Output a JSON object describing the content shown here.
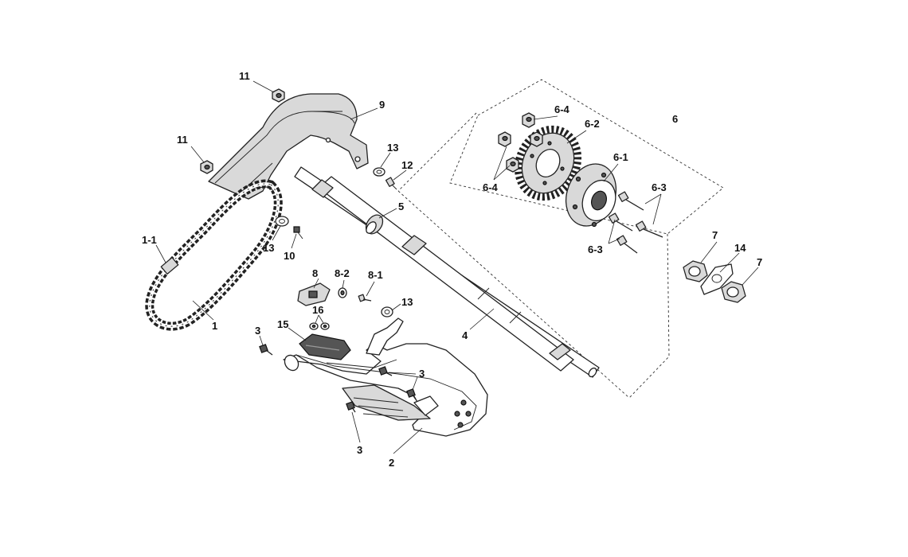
{
  "diagram": {
    "labels": {
      "l1": "1",
      "l1_1": "1-1",
      "l2": "2",
      "l3a": "3",
      "l3b": "3",
      "l3c": "3",
      "l4": "4",
      "l5": "5",
      "l6": "6",
      "l6_1": "6-1",
      "l6_2": "6-2",
      "l6_3a": "6-3",
      "l6_3b": "6-3",
      "l6_4a": "6-4",
      "l6_4b": "6-4",
      "l7a": "7",
      "l7b": "7",
      "l8": "8",
      "l8_1": "8-1",
      "l8_2": "8-2",
      "l9": "9",
      "l10": "10",
      "l11a": "11",
      "l11b": "11",
      "l12": "12",
      "l13a": "13",
      "l13b": "13",
      "l13c": "13",
      "l14": "14",
      "l15": "15",
      "l16": "16"
    }
  }
}
